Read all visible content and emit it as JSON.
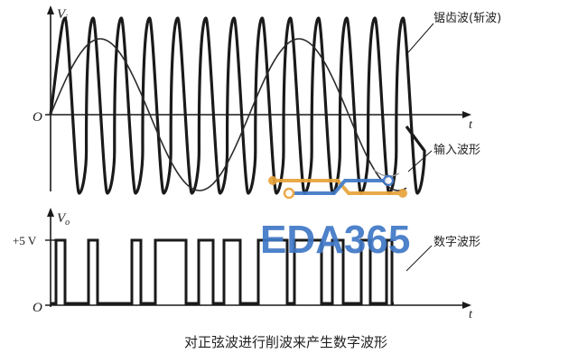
{
  "top_plot": {
    "y_axis_label": "V",
    "y_axis_subscript": "i",
    "origin_label": "O",
    "x_axis_label": "t",
    "sawtooth_label": "锯齿波(斩波)",
    "input_label": "输入波形"
  },
  "bottom_plot": {
    "y_axis_label": "V",
    "y_axis_subscript": "o",
    "level_label": "+5 V",
    "origin_label": "O",
    "x_axis_label": "t",
    "digital_label": "数字波形"
  },
  "caption": "对正弦波进行削波来产生数字波形",
  "watermark": {
    "text": "EDA365",
    "colors": {
      "text": "#3f78c6",
      "logo_line": "#e8a33a",
      "logo_node": "#e8a33a"
    }
  },
  "colors": {
    "ink": "#1a1a1a",
    "sine": "#2b2b2b"
  }
}
